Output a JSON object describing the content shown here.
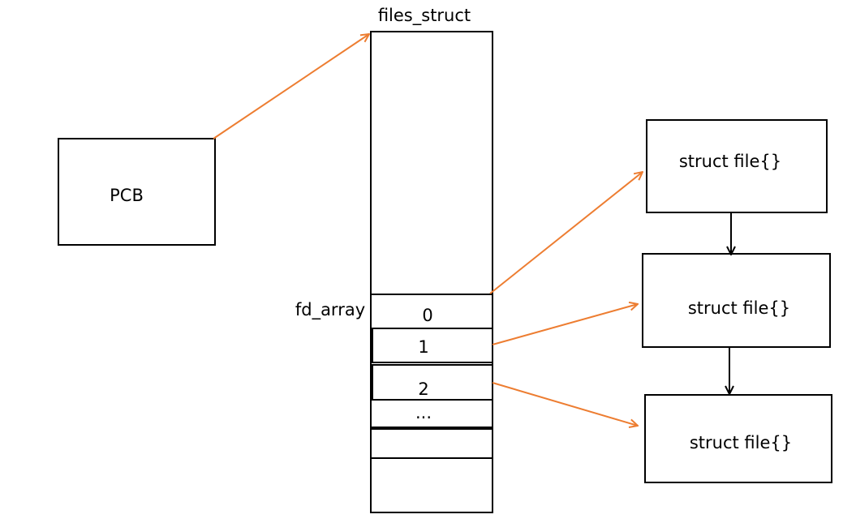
{
  "colors": {
    "arrow": "#ed7d31",
    "outline": "#000000",
    "background": "#ffffff"
  },
  "pcb": {
    "label": "PCB"
  },
  "files_struct": {
    "label": "files_struct",
    "fd_array_label": "fd_array",
    "slots": [
      "0",
      "1",
      "2",
      "..."
    ]
  },
  "files": [
    {
      "label": "struct file{}"
    },
    {
      "label": "struct file{}"
    },
    {
      "label": "struct file{}"
    }
  ]
}
